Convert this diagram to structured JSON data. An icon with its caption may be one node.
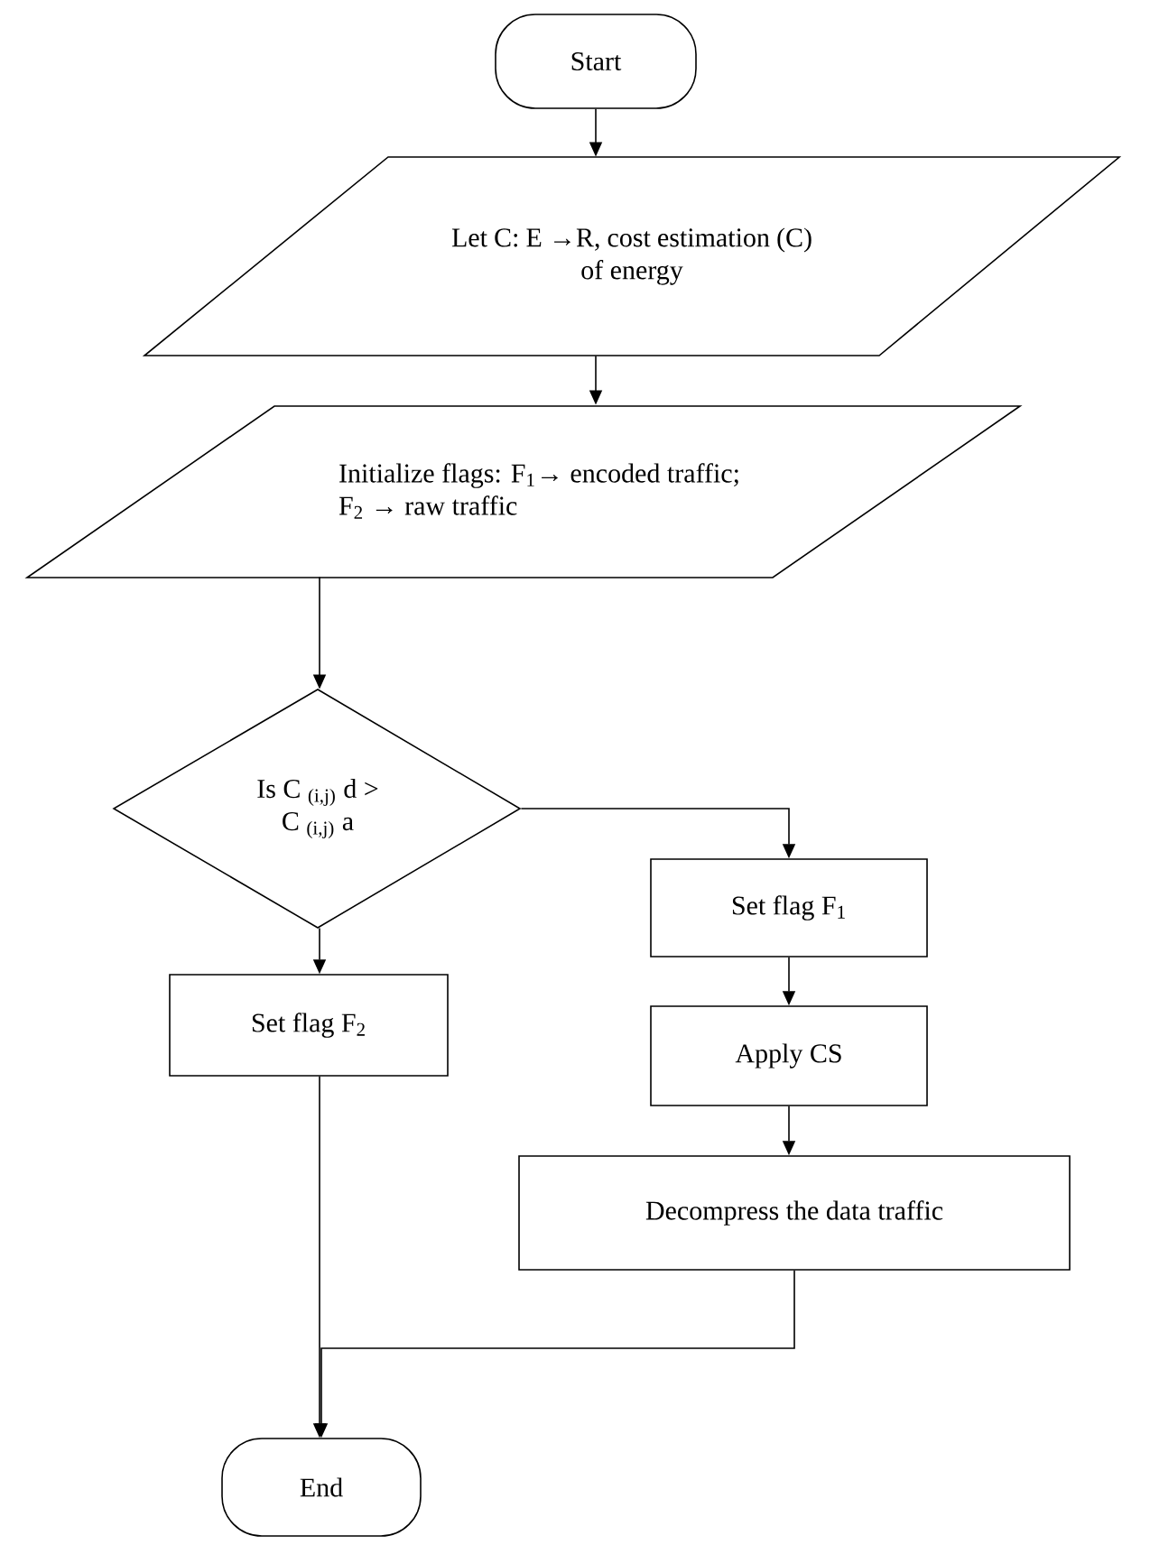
{
  "diagram": {
    "nodes": [
      {
        "text": [
          "Start"
        ]
      },
      {
        "text": [
          "Let C: E →R, cost estimation (C) of energy"
        ]
      },
      {
        "text": [
          "Initialize flags: F$_{1}$→ encoded traffic; F$_{2}$ → raw traffic"
        ]
      },
      {
        "text": [
          "Is C $_{(i,j)}$ d > C $_{(i,j)}$ a"
        ]
      },
      {
        "text": [
          "Set flag F$_{1}$"
        ]
      },
      {
        "text": [
          "Apply CS"
        ]
      },
      {
        "text": [
          "Decompress the data traffic"
        ]
      },
      {
        "text": [
          "Set flag F$_{2}$"
        ]
      },
      {
        "text": [
          "End"
        ]
      }
    ],
    "edges": [
      {
        "from": 0,
        "to": 1,
        "arrow": "to"
      },
      {
        "from": 1,
        "to": 2,
        "arrow": "to"
      },
      {
        "from": 2,
        "to": 3,
        "arrow": "to"
      },
      {
        "from": 3,
        "to": 4,
        "arrow": "to"
      },
      {
        "from": 3,
        "to": 7,
        "arrow": "to"
      },
      {
        "from": 4,
        "to": 5,
        "arrow": "to"
      },
      {
        "from": 5,
        "to": 6,
        "arrow": "to"
      },
      {
        "from": 6,
        "to": 8,
        "arrow": "to"
      },
      {
        "from": 7,
        "to": 8,
        "arrow": "to"
      }
    ]
  }
}
